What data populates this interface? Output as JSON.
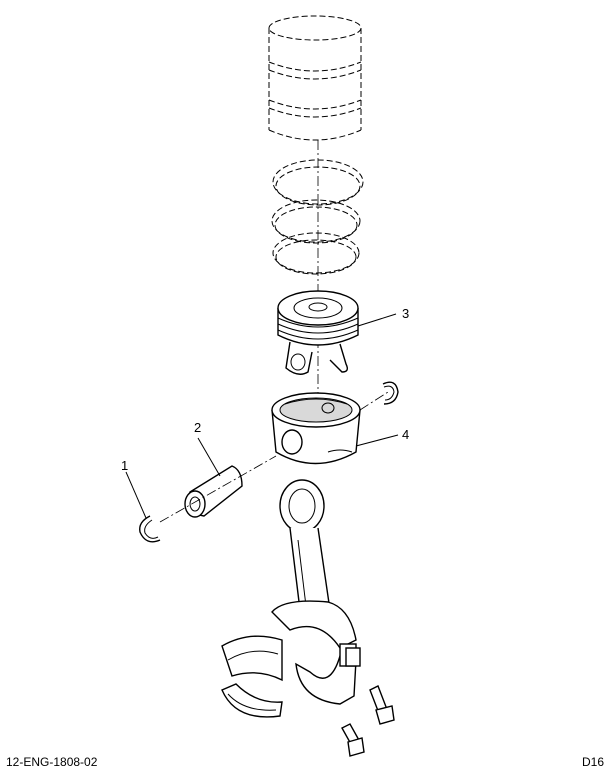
{
  "callouts": {
    "c1": "1",
    "c2": "2",
    "c3": "3",
    "c4": "4"
  },
  "footer": {
    "drawing_number": "12-ENG-1808-02",
    "engine_code": "D16"
  }
}
